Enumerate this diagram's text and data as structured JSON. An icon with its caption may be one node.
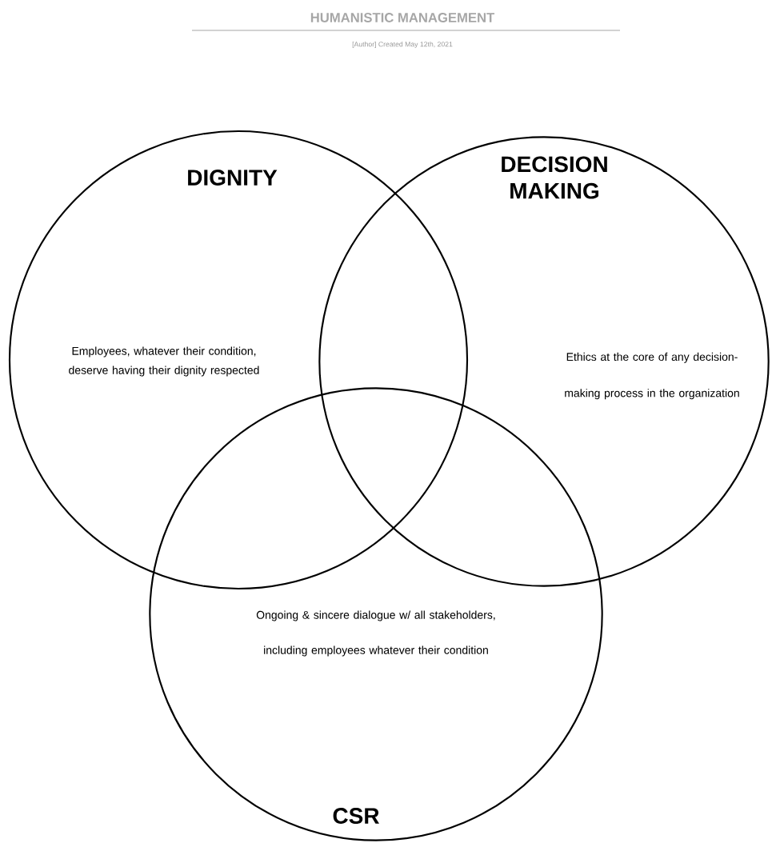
{
  "diagram": {
    "title": "HUMANISTIC MANAGEMENT",
    "nodes": [
      {
        "text": [
          "DIGNITY",
          "Employees, whatever their condition, deserve having their dignity respected"
        ]
      },
      {
        "text": [
          "DECISION MAKING",
          "Ethics at the core of any decision-making process in the organization"
        ]
      },
      {
        "text": [
          "Ongoing & sincere dialogue w/ all stakeholders, including employees whatever their condition",
          "CSR"
        ]
      }
    ],
    "labels": [
      "[Author] Created May 12th, 2021"
    ]
  }
}
